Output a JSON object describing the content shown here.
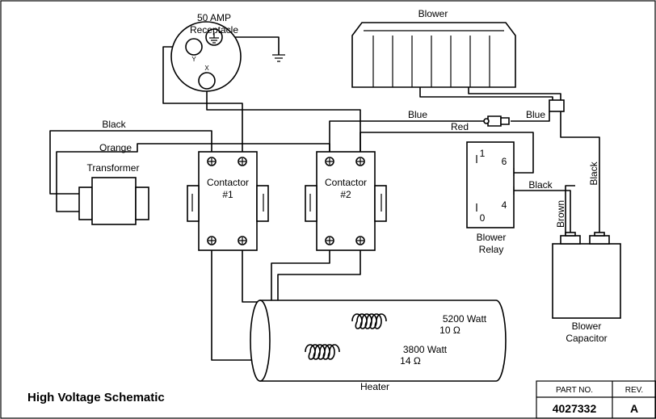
{
  "title": "High Voltage Schematic",
  "title_block": {
    "part_no_label": "PART NO.",
    "rev_label": "REV.",
    "part_no": "4027332",
    "rev": "A"
  },
  "receptacle": {
    "label_line1": "50 AMP",
    "label_line2": "Receptacle",
    "terminal_y": "Y",
    "terminal_x": "X"
  },
  "blower": {
    "label": "Blower"
  },
  "transformer": {
    "label": "Transformer"
  },
  "contactor1": {
    "line1": "Contactor",
    "line2": "#1"
  },
  "contactor2": {
    "line1": "Contactor",
    "line2": "#2"
  },
  "relay": {
    "line1": "Blower",
    "line2": "Relay",
    "pin1": "1",
    "pin6": "6",
    "pin4": "4",
    "pin0": "0"
  },
  "capacitor": {
    "line1": "Blower",
    "line2": "Capacitor"
  },
  "heater": {
    "label": "Heater",
    "element1_watt": "5200 Watt",
    "element1_ohm": "10 Ω",
    "element2_watt": "3800 Watt",
    "element2_ohm": "14 Ω"
  },
  "wires": {
    "black_top": "Black",
    "orange": "Orange",
    "blue_left": "Blue",
    "blue_right": "Blue",
    "red": "Red",
    "black_relay": "Black",
    "black_vertical": "Black",
    "brown": "Brown"
  }
}
